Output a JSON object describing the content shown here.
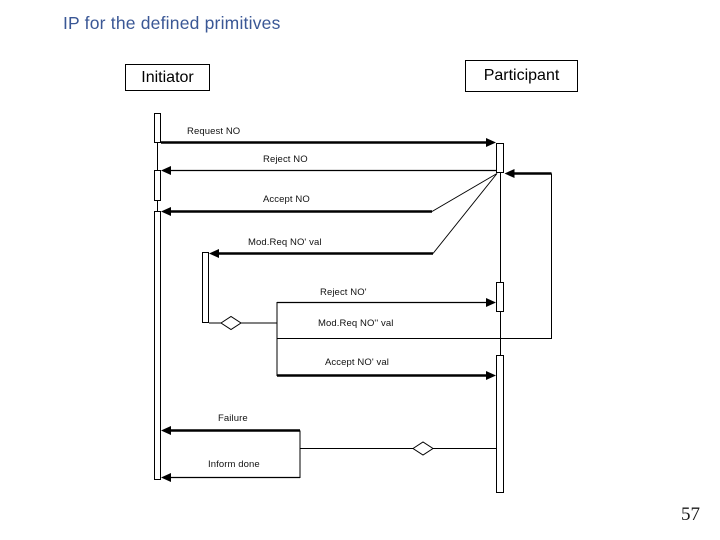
{
  "slide": {
    "title": "IP for the defined primitives",
    "page_number": "57"
  },
  "colors": {
    "title_text": "#3A5795",
    "line": "#000000",
    "background": "#FFFFFF"
  },
  "diagram": {
    "type": "sequence-diagram",
    "lifelines": [
      {
        "name": "Initiator"
      },
      {
        "name": "Participant"
      }
    ],
    "messages": [
      {
        "label": "Request NO",
        "from": "Initiator",
        "to": "Participant",
        "style": "thick"
      },
      {
        "label": "Reject NO",
        "from": "Participant",
        "to": "Initiator",
        "style": "thin"
      },
      {
        "label": "Accept NO",
        "from": "Participant",
        "to": "Initiator",
        "style": "thick"
      },
      {
        "label": "Mod.Req NO' val",
        "from": "Participant",
        "to": "Initiator",
        "style": "thick"
      },
      {
        "label": "Reject NO'",
        "from": "Initiator",
        "to": "Participant",
        "style": "thin"
      },
      {
        "label": "Mod.Req NO'' val",
        "from": "Initiator",
        "to": "Participant",
        "style": "routed"
      },
      {
        "label": "Accept NO' val",
        "from": "Initiator",
        "to": "Participant",
        "style": "thick"
      },
      {
        "label": "Failure",
        "from": "Participant",
        "to": "Initiator",
        "style": "thick"
      },
      {
        "label": "Inform done",
        "from": "Participant",
        "to": "Initiator",
        "style": "thin"
      }
    ],
    "connectors": [
      {
        "name": "initiator-or-diamond"
      },
      {
        "name": "participant-or-diamond"
      }
    ]
  }
}
